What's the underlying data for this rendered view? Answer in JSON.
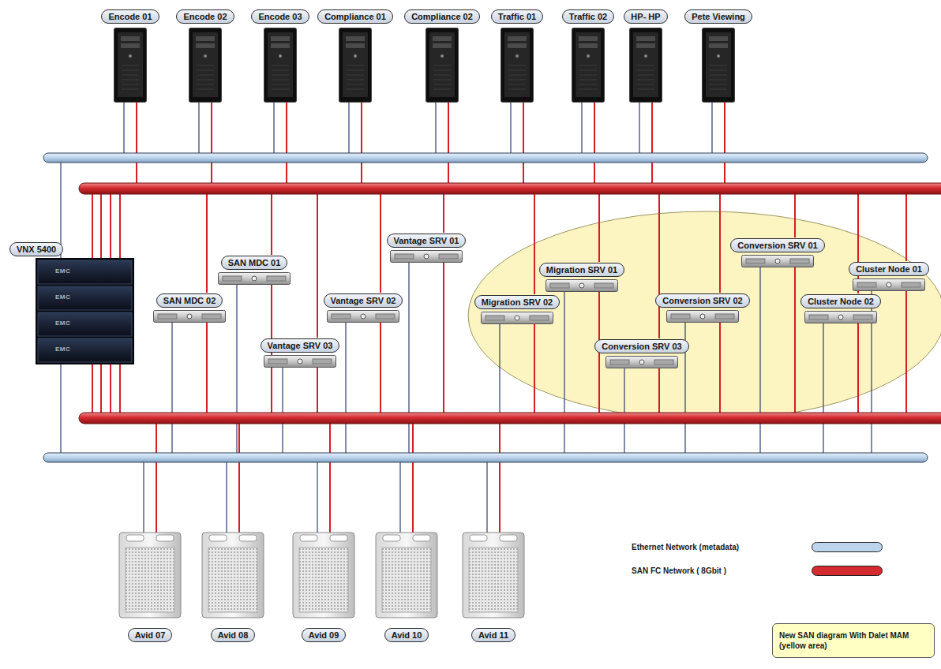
{
  "diagram": {
    "nodes": [
      {
        "text": [
          "Encode 01"
        ]
      },
      {
        "text": [
          "Encode 02"
        ]
      },
      {
        "text": [
          "Encode 03"
        ]
      },
      {
        "text": [
          "Compliance 01"
        ]
      },
      {
        "text": [
          "Compliance 02"
        ]
      },
      {
        "text": [
          "Traffic 01"
        ]
      },
      {
        "text": [
          "Traffic 02"
        ]
      },
      {
        "text": [
          "HP- HP"
        ]
      },
      {
        "text": [
          "Pete Viewing"
        ]
      },
      {
        "text": [
          "VNX 5400"
        ]
      },
      {
        "text": [
          "Vantage SRV 01"
        ]
      },
      {
        "text": [
          "Conversion SRV 01"
        ]
      },
      {
        "text": [
          "SAN MDC 01"
        ]
      },
      {
        "text": [
          "Migration SRV 01"
        ]
      },
      {
        "text": [
          "Cluster Node 01"
        ]
      },
      {
        "text": [
          "SAN MDC 02"
        ]
      },
      {
        "text": [
          "Vantage SRV 02"
        ]
      },
      {
        "text": [
          "Migration SRV 02"
        ]
      },
      {
        "text": [
          "Conversion SRV 02"
        ]
      },
      {
        "text": [
          "Cluster Node 02"
        ]
      },
      {
        "text": [
          "Vantage SRV 03"
        ]
      },
      {
        "text": [
          "Conversion SRV 03"
        ]
      },
      {
        "text": [
          "Avid 07"
        ]
      },
      {
        "text": [
          "Avid 08"
        ]
      },
      {
        "text": [
          "Avid 09"
        ]
      },
      {
        "text": [
          "Avid 10"
        ]
      },
      {
        "text": [
          "Avid 11"
        ]
      },
      {
        "text": [
          "New SAN diagram With Dalet MAM (yellow area)"
        ]
      }
    ],
    "labels": [
      "EMC",
      "EMC",
      "EMC",
      "EMC"
    ],
    "legend": [
      {
        "text": "Ethernet Network (metadata)",
        "color": "#bcd5ec"
      },
      {
        "text": "SAN FC Network ( 8Gbit )",
        "color": "#d42a30"
      }
    ]
  }
}
